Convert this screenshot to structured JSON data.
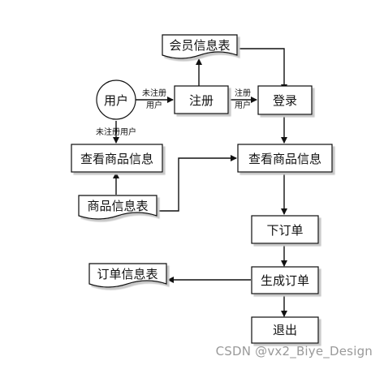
{
  "nodes": {
    "member_table": "会员信息表",
    "user": "用户",
    "register": "注册",
    "login": "登录",
    "view_goods_left": "查看商品信息",
    "view_goods_main": "查看商品信息",
    "goods_table": "商品信息表",
    "place_order": "下订单",
    "order_table": "订单信息表",
    "generate_order": "生成订单",
    "exit": "退出"
  },
  "edges": {
    "user_to_register_l1": "未注册",
    "user_to_register_l2": "用户",
    "register_to_login_l1": "注册",
    "register_to_login_l2": "用户",
    "user_to_view": "未注册用户"
  },
  "watermark": "CSDN @vx2_Biye_Design"
}
